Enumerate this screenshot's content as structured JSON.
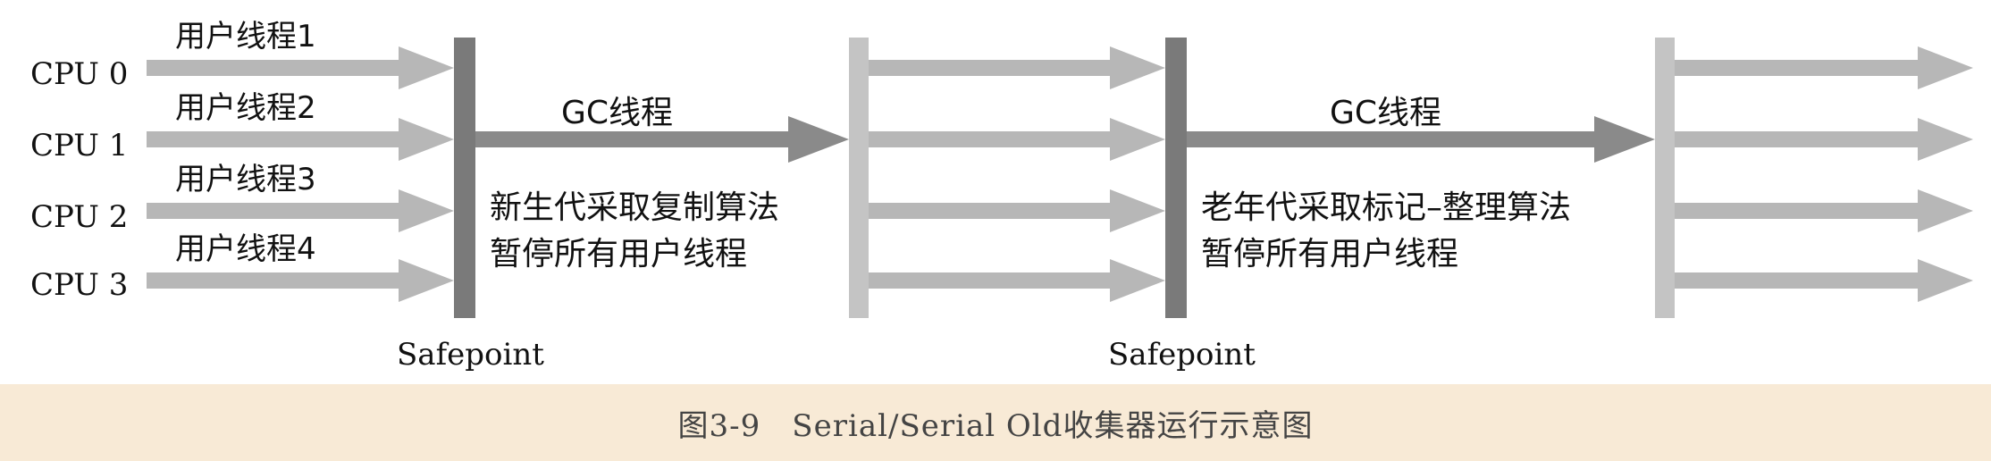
{
  "cpus": [
    "CPU 0",
    "CPU 1",
    "CPU 2",
    "CPU 3"
  ],
  "user_threads": [
    "用户线程1",
    "用户线程2",
    "用户线程3",
    "用户线程4"
  ],
  "gc_phases": [
    {
      "label": "GC线程",
      "desc_line1": "新生代采取复制算法",
      "desc_line2": "暂停所有用户线程"
    },
    {
      "label": "GC线程",
      "desc_line1": "老年代采取标记–整理算法",
      "desc_line2": "暂停所有用户线程"
    }
  ],
  "safepoint_label": "Safepoint",
  "caption": "图3-9　Serial/Serial Old收集器运行示意图",
  "colors": {
    "user_arrow": "#b7b7b7",
    "safepoint_bar": "#7a7a7a",
    "gc_arrow": "#8a8a8a",
    "pillar_light": "#c4c4c4",
    "caption_bg": "#f8ead6"
  }
}
